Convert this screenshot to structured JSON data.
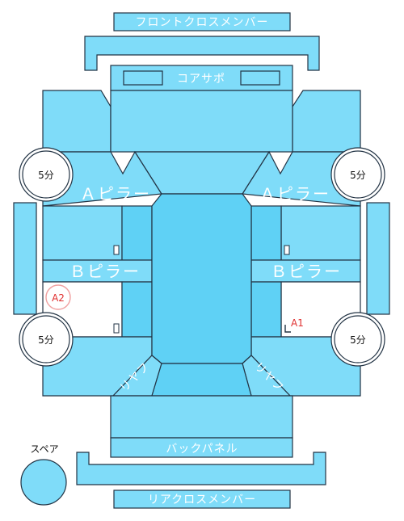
{
  "labels": {
    "front_cross_member": "フロントクロスメンバー",
    "core_support": "コアサポ",
    "a_pillar_left": "Ａピラー",
    "a_pillar_right": "Ａピラー",
    "b_pillar_left": "Ｂピラー",
    "b_pillar_right": "Ｂピラー",
    "back_panel": "バックパネル",
    "rear_cross_member": "リアクロスメンバー",
    "spare": "スペア",
    "rear_left_fender_label": "リヤフ",
    "rear_right_fender_label": "リヤフ"
  },
  "badges": {
    "front_left": "5分",
    "front_right": "5分",
    "rear_left": "5分",
    "rear_right": "5分"
  },
  "markers": {
    "a1": "A1",
    "a2": "A2"
  },
  "colors": {
    "panel": "#7fdcf9",
    "panel_dark": "#5fd1f5",
    "outline": "#223344",
    "marker": "#e03030"
  }
}
